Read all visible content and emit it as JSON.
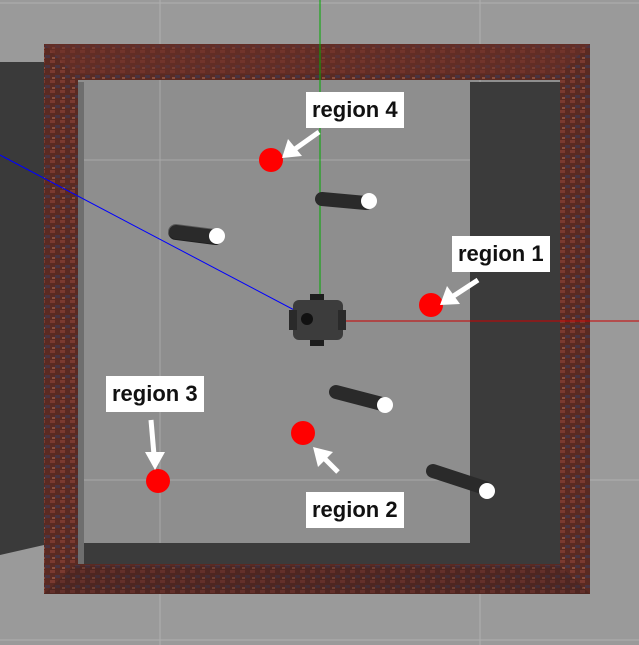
{
  "scene": {
    "regions": [
      {
        "id": 1,
        "label": "region 1"
      },
      {
        "id": 2,
        "label": "region 2"
      },
      {
        "id": 3,
        "label": "region 3"
      },
      {
        "id": 4,
        "label": "region 4"
      }
    ],
    "obstacle_count": 4,
    "colors": {
      "ground": "#9a9a9a",
      "floor": "#8e8e8e",
      "wall": "#5a2a22",
      "shadow": "#3a3a3a",
      "target": "#ff0000",
      "arrow": "#ffffff",
      "laser": "#0000ff",
      "robot": "#3c3c3c",
      "x_axis": "#cc0000",
      "y_axis": "#00aa00"
    }
  }
}
